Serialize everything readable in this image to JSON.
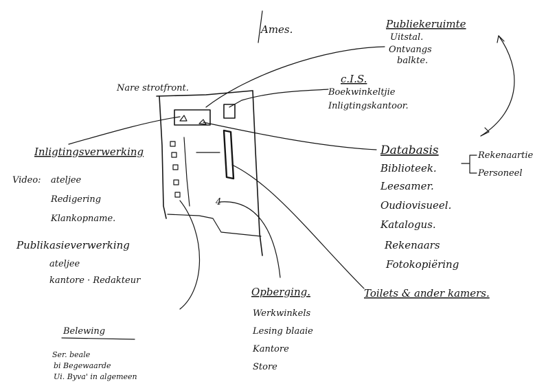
{
  "labels": {
    "north": "Ames.",
    "front": "Nare strotfront.",
    "public_title": "Publiekeruimte",
    "public_items": [
      "Uitstal.",
      "Ontvangs",
      "balkte."
    ],
    "cis_title": "c.I.S.",
    "cis_items": [
      "Boekwinkeltjie",
      "Inligtingskantoor."
    ],
    "info_title": "Inligtingsverwerking",
    "info_video_prefix": "Video:",
    "info_items": [
      "ateljee",
      "Redigering",
      "Klankopname."
    ],
    "pub_title": "Publikasieverwerking",
    "pub_items": [
      "ateljee",
      "kantore · Redakteur"
    ],
    "db_title": "Databasis",
    "db_items": [
      "Biblioteek.",
      "Leesamer.",
      "Oudiovisueel.",
      "Katalogus.",
      "Rekenaars",
      "Fotokopiëring"
    ],
    "db_bracket_items": [
      "Rekenaartie",
      "Personeel"
    ],
    "toilets": "Toilets & ander kamers.",
    "storage_title": "Opberging.",
    "storage_items": [
      "Werkwinkels",
      "Lesing blaaie",
      "Kantore",
      "Store"
    ],
    "lower_title": "Belewing",
    "lower_items": [
      "Ser. beale",
      "bi Begewaarde",
      "Ui. Byva' in algemeen"
    ]
  }
}
